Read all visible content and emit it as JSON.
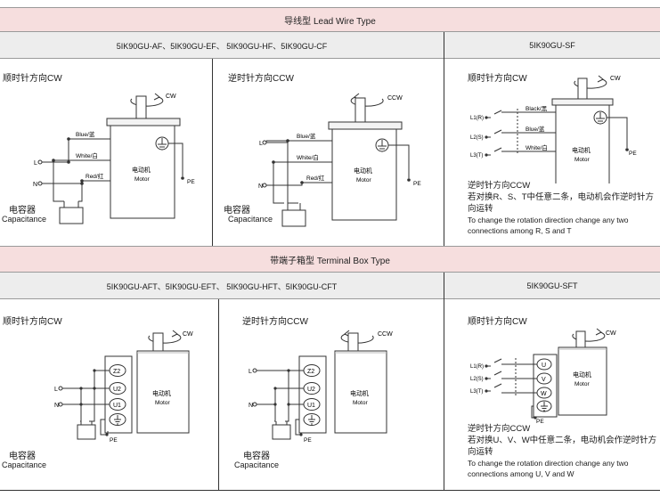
{
  "sections": {
    "lead_wire_title": "导线型 Lead Wire Type",
    "terminal_box_title": "带端子箱型 Terminal Box Type"
  },
  "lead_wire": {
    "models_left": "5IK90GU-AF、5IK90GU-EF、 5IK90GU-HF、5IK90GU-CF",
    "models_right": "5IK90GU-SF",
    "cw_panel": {
      "title": "顺时针方向CW",
      "rotation": "CW",
      "wires": [
        "Blue/蓝",
        "White/白",
        "Red/红"
      ],
      "lines": [
        "L",
        "N"
      ],
      "motor_zh": "电动机",
      "motor_en": "Motor",
      "pe": "PE",
      "cap_zh": "电容器",
      "cap_en": "Capacitance"
    },
    "ccw_panel": {
      "title": "逆时针方向CCW",
      "rotation": "CCW",
      "wires": [
        "Blue/蓝",
        "White/白",
        "Red/红"
      ],
      "lines": [
        "L",
        "N"
      ],
      "motor_zh": "电动机",
      "motor_en": "Motor",
      "pe": "PE",
      "cap_zh": "电容器",
      "cap_en": "Capacitance"
    },
    "sf_panel": {
      "title": "顺时针方向CW",
      "rotation": "CW",
      "lines": [
        "L1(R)",
        "L2(S)",
        "L3(T)"
      ],
      "wires": [
        "Black/黑",
        "Blue/蓝",
        "White/白"
      ],
      "motor_zh": "电动机",
      "motor_en": "Motor",
      "pe": "PE",
      "note_title": "逆时针方向CCW",
      "note_zh": "若对换R、S、T中任意二条，电动机会作逆时针方向运转",
      "note_en": "To change the rotation direction change any two connections among R, S and T"
    }
  },
  "terminal_box": {
    "models_left": "5IK90GU-AFT、5IK90GU-EFT、 5IK90GU-HFT、5IK90GU-CFT",
    "models_right": "5IK90GU-SFT",
    "cw_panel": {
      "title": "顺时针方向CW",
      "rotation": "CW",
      "terminals": [
        "Z2",
        "U2",
        "U1"
      ],
      "lines": [
        "L",
        "N"
      ],
      "motor_zh": "电动机",
      "motor_en": "Motor",
      "pe": "PE",
      "cap_zh": "电容器",
      "cap_en": "Capacitance"
    },
    "ccw_panel": {
      "title": "逆时针方向CCW",
      "rotation": "CCW",
      "terminals": [
        "Z2",
        "U2",
        "U1"
      ],
      "lines": [
        "L",
        "N"
      ],
      "motor_zh": "电动机",
      "motor_en": "Motor",
      "pe": "PE",
      "cap_zh": "电容器",
      "cap_en": "Capacitance"
    },
    "sft_panel": {
      "title": "顺时针方向CW",
      "rotation": "CW",
      "lines": [
        "L1(R)",
        "L2(S)",
        "L3(T)"
      ],
      "terminals": [
        "U",
        "V",
        "W"
      ],
      "motor_zh": "电动机",
      "motor_en": "Motor",
      "pe": "PE",
      "note_title": "逆时针方向CCW",
      "note_zh": "若对换U、V、W中任意二条，电动机会作逆时针方向运转",
      "note_en": "To change the rotation direction change any two connections among U, V and W"
    }
  }
}
